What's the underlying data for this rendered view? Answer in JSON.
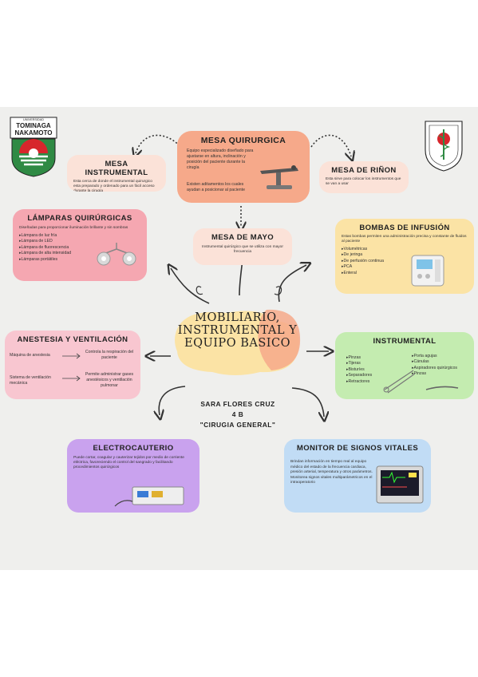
{
  "center": {
    "title_l1": "MOBILIARIO,",
    "title_l2": "INSTRUMENTAL Y",
    "title_l3": "EQUIPO BASICO"
  },
  "author": {
    "name": "SARA FLORES CRUZ",
    "group": "4 B",
    "subject": "\"CIRUGIA GENERAL\""
  },
  "logo_left": {
    "top": "UNIVERSIDAD",
    "line1": "TOMINAGA",
    "line2": "NAKAMOTO"
  },
  "mesa_quirurgica": {
    "title": "MESA QUIRURGICA",
    "text1": "Equipo especializado diseñado para ajustarse en altura, inclinación y posición del paciente durante la cirugía",
    "text2": "Existen aditamentos los cuales ayudan a posicionar al paciente"
  },
  "mesa_instrumental": {
    "title": "MESA INSTRUMENTAL",
    "text": "Esta cerca de donde el instrumental quirurgico esta preparado y ordenado para un fácil acceso durante la cirugía"
  },
  "mesa_rinon": {
    "title": "MESA DE RIÑON",
    "text": "Esta sirve para colocar los instrumentos que se van a usar"
  },
  "lamparas": {
    "title": "LÁMPARAS QUIRÚRGICAS",
    "text": "Diseñadas para proporcionar iluminación brillante y sin sombras",
    "items": [
      "Lámpara de luz fría",
      "Lámpara de LED",
      "Lámpara de fluorescencia",
      "Lámpara de alta intensidad",
      "Lámparas portátiles"
    ]
  },
  "mesa_mayo": {
    "title": "MESA DE MAYO",
    "text": "Instrumental quirúrgico que se utiliza con mayor frecuencia"
  },
  "bombas": {
    "title": "BOMBAS DE INFUSIÓN",
    "text": "Estas bombas permiten una administración precisa y constante de fluidos al paciente",
    "items": [
      "Volumétricas",
      "De jeringa",
      "De perfusión continua",
      "PCA",
      "Enteral"
    ]
  },
  "anestesia": {
    "title": "ANESTESIA Y VENTILACIÓN",
    "left1": "Máquina de anestesia",
    "right1": "Controla la respiración del paciente",
    "left2": "Sistema de ventilación mecánica",
    "right2": "Permite administrar gases anestésicos y ventilación pulmonar"
  },
  "instrumental": {
    "title": "INSTRUMENTAL",
    "col1": [
      "Pinzas",
      "Tijeras",
      "Bisturíes",
      "Separadores",
      "Retractores"
    ],
    "col2": [
      "Porta agujas",
      "Cánulas",
      "Aspiradores quirúrgicos",
      "Pinzas"
    ]
  },
  "electrocauterio": {
    "title": "ELECTROCAUTERIO",
    "text": "Puede cortar, coagular y cauterizar tejidos por medio de corriente eléctrica, favoreciendo el control del sangrado y facilitando procedimientos quirúrgicos"
  },
  "monitor": {
    "title": "MONITOR DE SIGNOS VITALES",
    "text": "Brindan información en tiempo real al equipo médico del estado de la frecuencia cardiaca, presión arterial, temperatura y otros parámetros. Monitorea signos vitales multiparámetricos en el intraoperatorio"
  },
  "colors": {
    "background": "#efefed",
    "peach": "#f6a98a",
    "light_peach": "#fbe2d8",
    "pink": "#f5a7b1",
    "yellow": "#fbe3a5",
    "green": "#c4ecb0",
    "lilac": "#c9a2ee",
    "blue": "#c1dcf5"
  }
}
